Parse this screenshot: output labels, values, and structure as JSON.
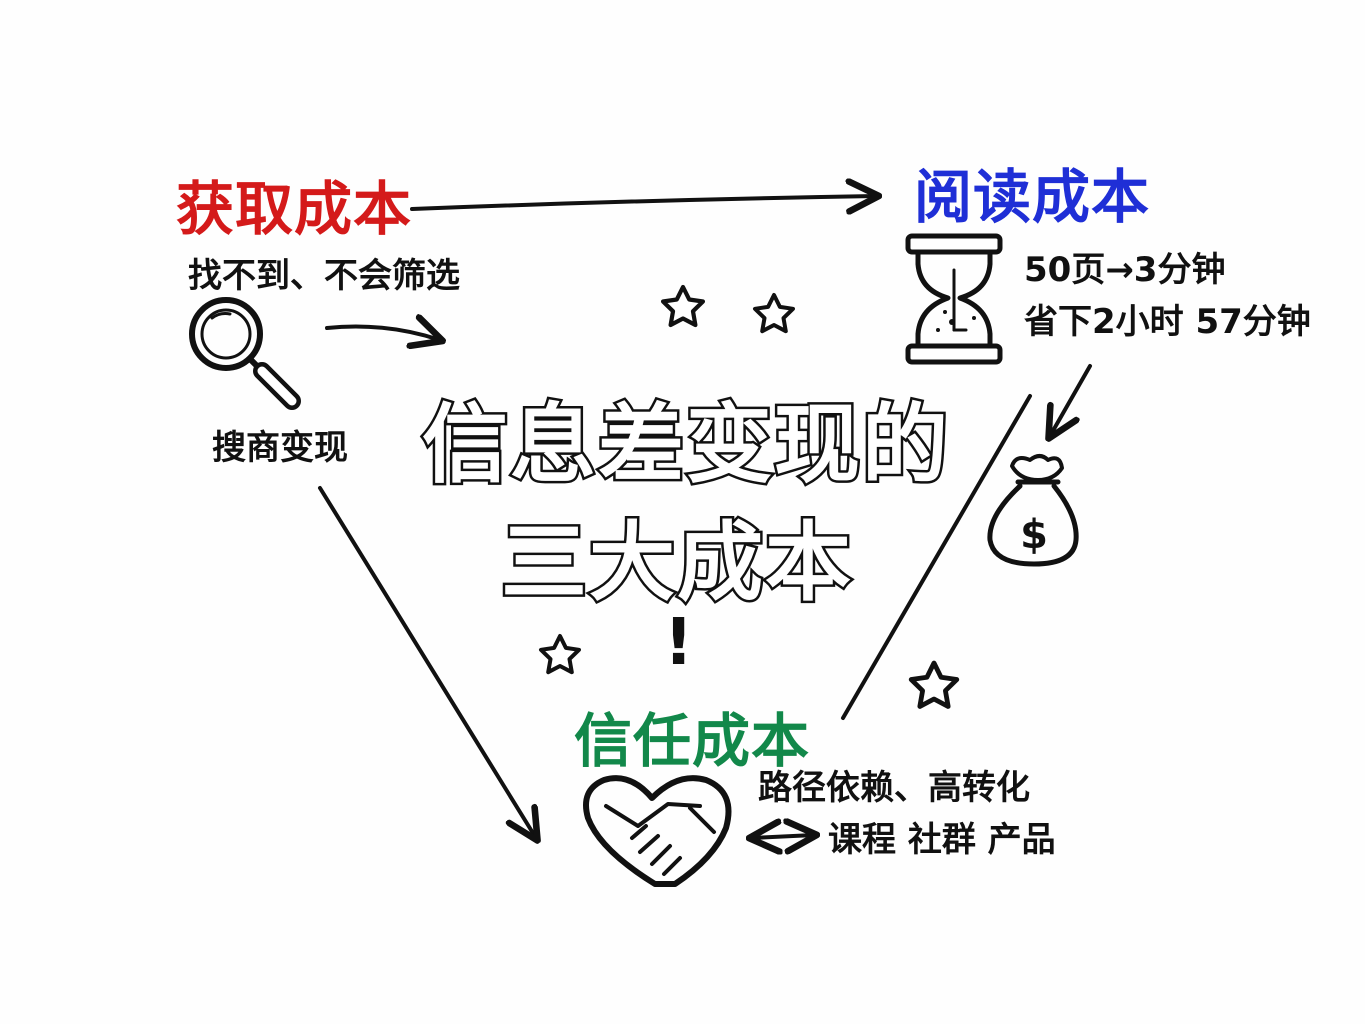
{
  "title": {
    "line1": "信息差变现的",
    "line2": "三大成本",
    "exclaim": "!"
  },
  "acquisition": {
    "heading": "获取成本",
    "color": "#d41a1a",
    "note": "找不到、不会筛选",
    "note2": "搜商变现"
  },
  "reading": {
    "heading": "阅读成本",
    "color": "#1f2fd6",
    "line1": "50页→3分钟",
    "line2": "省下2小时 57分钟"
  },
  "trust": {
    "heading": "信任成本",
    "color": "#12884a",
    "line1": "路径依赖、高转化",
    "line2": "课程 社群 产品"
  },
  "icons": [
    "magnifier-icon",
    "hourglass-icon",
    "money-bag-icon",
    "handshake-heart-icon",
    "star-icon"
  ]
}
